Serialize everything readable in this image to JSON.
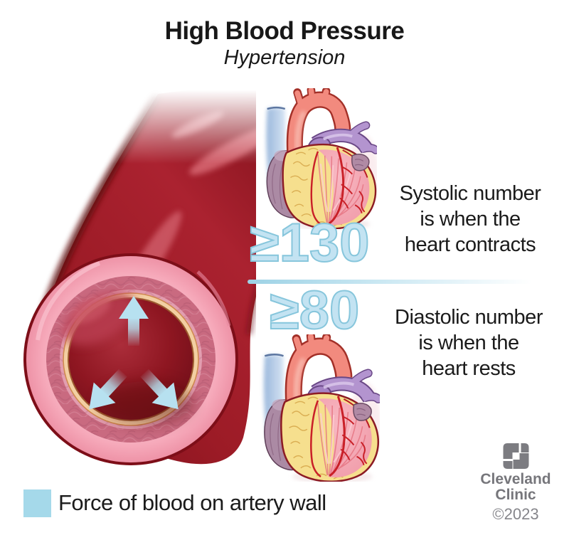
{
  "page": {
    "title": "High Blood Pressure",
    "subtitle": "Hypertension"
  },
  "readings": {
    "systolic": {
      "value": "≥130",
      "line1": "Systolic number",
      "line2": "is when the",
      "line3": "heart contracts"
    },
    "diastolic": {
      "value": "≥80",
      "line1": "Diastolic number",
      "line2": "is when the",
      "line3": "heart rests"
    }
  },
  "legend": {
    "label": "Force of blood on artery wall",
    "swatch_color": "#a5d9ea"
  },
  "branding": {
    "logo_icon": "cleveland-clinic-mark",
    "name_line1": "Cleveland",
    "name_line2": "Clinic",
    "copyright": "©2023"
  },
  "illustrations": {
    "artery": "artery-cross-section-with-outward-force-arrows",
    "heart_top": "heart-contracting",
    "heart_bottom": "heart-resting",
    "arrow_color": "#b7e1f0",
    "number_fill": "#c3e3f2",
    "number_stroke": "#87c6dc",
    "divider_color": "#9dd2e5"
  }
}
